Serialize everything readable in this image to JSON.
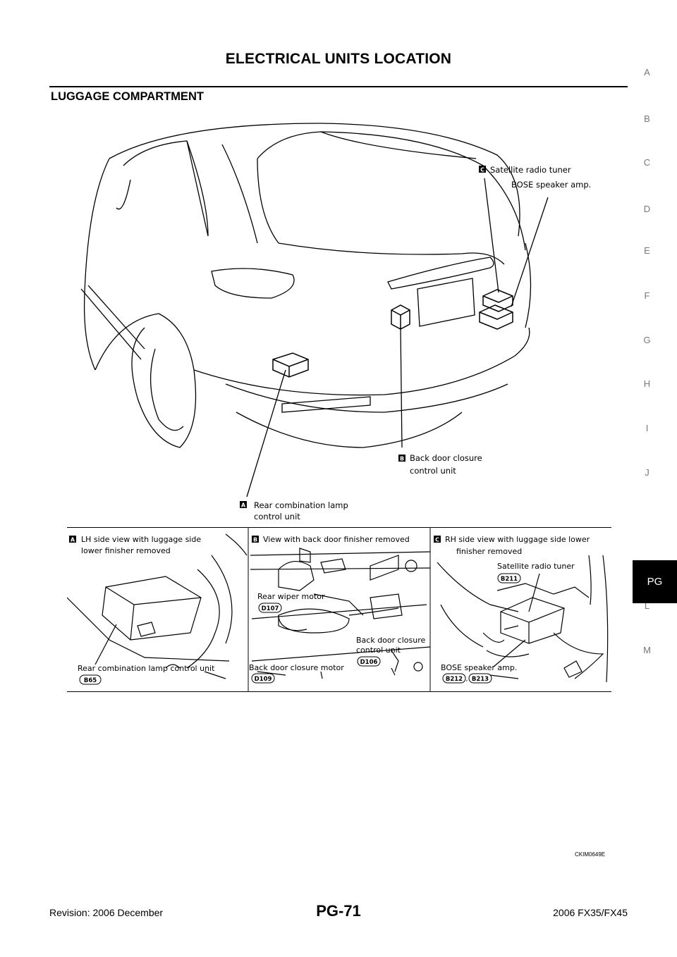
{
  "header": {
    "title": "ELECTRICAL UNITS LOCATION"
  },
  "section": {
    "heading": "LUGGAGE COMPARTMENT"
  },
  "side_index": {
    "letters": [
      "A",
      "B",
      "C",
      "D",
      "E",
      "F",
      "G",
      "H",
      "I",
      "J"
    ],
    "active": "PG",
    "after": [
      "L",
      "M"
    ]
  },
  "diagram": {
    "callouts": {
      "C": {
        "marker": "C",
        "line1": "Satellite radio tuner",
        "line2": "BOSE speaker amp."
      },
      "B": {
        "marker": "B",
        "line1": "Back door closure",
        "line2": "control unit"
      },
      "A": {
        "marker": "A",
        "line1": "Rear combination lamp",
        "line2": "control unit"
      }
    }
  },
  "panels": {
    "A": {
      "marker": "A",
      "caption1": "LH side view with luggage side",
      "caption2": "lower finisher removed",
      "label": "Rear combination lamp control unit",
      "connectors": [
        "B65"
      ]
    },
    "B": {
      "marker": "B",
      "caption1": "View with back door finisher removed",
      "labels": {
        "wiper": "Rear wiper motor",
        "closure_unit1": "Back door closure",
        "closure_unit2": "control unit",
        "closure_motor": "Back door closure motor"
      },
      "connectors": {
        "wiper": "D107",
        "unit": "D106",
        "motor": "D109"
      }
    },
    "C": {
      "marker": "C",
      "caption1": "RH side view with luggage side lower",
      "caption2": "finisher removed",
      "labels": {
        "tuner": "Satellite radio tuner",
        "amp": "BOSE speaker amp."
      },
      "connectors": {
        "tuner": "B211",
        "amp1": "B212",
        "amp2": "B213"
      }
    }
  },
  "figure_id": "CKIM0649E",
  "footer": {
    "revision": "Revision: 2006 December",
    "page": "PG-71",
    "model": "2006 FX35/FX45"
  }
}
